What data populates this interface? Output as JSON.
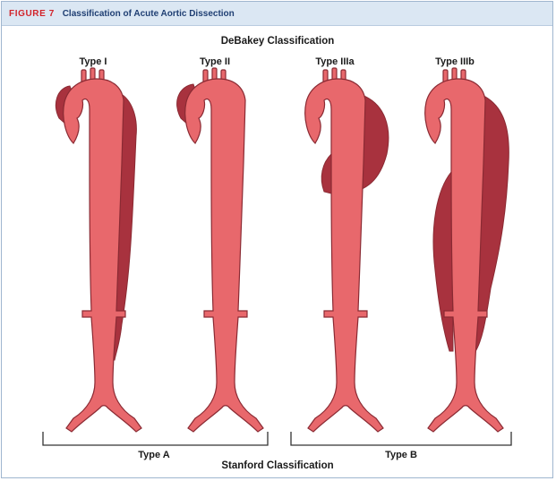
{
  "figure": {
    "label": "FIGURE 7",
    "title": "Classification of Acute Aortic Dissection"
  },
  "debakey": {
    "heading": "DeBakey Classification",
    "types": [
      "Type I",
      "Type II",
      "Type IIIa",
      "Type IIIb"
    ]
  },
  "stanford": {
    "heading": "Stanford Classification",
    "type_a": "Type A",
    "type_b": "Type B"
  },
  "colors": {
    "aorta_fill": "#e8686c",
    "aorta_outline": "#8a2a33",
    "false_lumen": "#a8323e",
    "header_bg": "#dbe7f3",
    "figure_label": "#d2232a",
    "figure_title": "#1f3f73"
  }
}
